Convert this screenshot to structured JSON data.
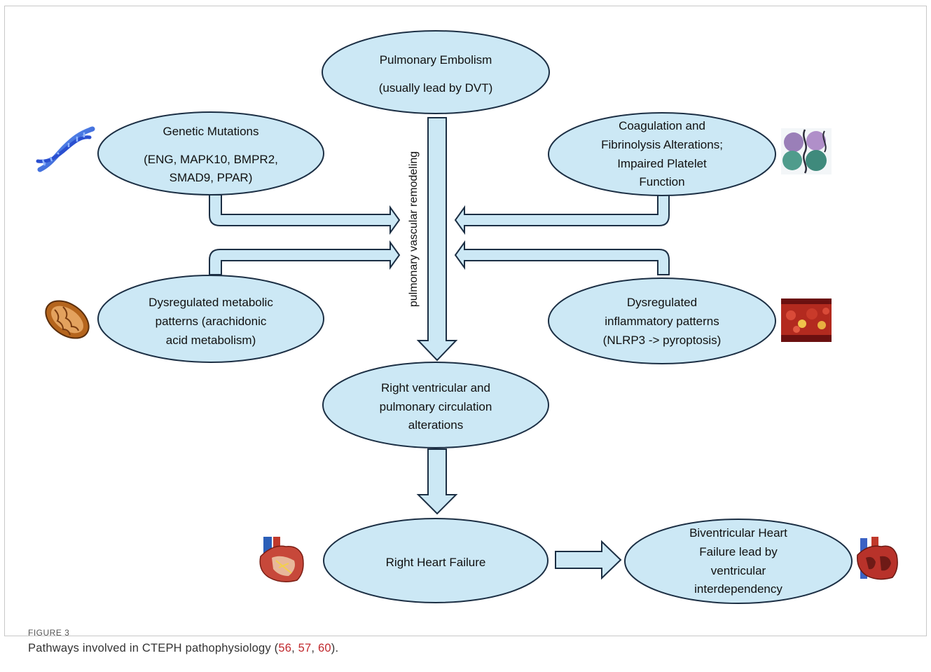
{
  "colors": {
    "fill": "#cce8f5",
    "stroke": "#1c2f44"
  },
  "nodes": {
    "pe": {
      "lines": [
        "Pulmonary Embolism",
        "(usually lead by DVT)"
      ]
    },
    "genetic": {
      "lines": [
        "Genetic Mutations",
        "(ENG, MAPK10, BMPR2,",
        "SMAD9, PPAR)"
      ]
    },
    "coag": {
      "lines": [
        "Coagulation and",
        "Fibrinolysis Alterations;",
        "Impaired Platelet",
        "Function"
      ]
    },
    "metabolic": {
      "lines": [
        "Dysregulated metabolic",
        "patterns (arachidonic",
        "acid metabolism)"
      ]
    },
    "inflam": {
      "lines": [
        "Dysregulated",
        "inflammatory patterns",
        "(NLRP3 -> pyroptosis)"
      ]
    },
    "rv": {
      "lines": [
        "Right ventricular and",
        "pulmonary circulation",
        "alterations"
      ]
    },
    "rhf": {
      "lines": [
        "Right Heart Failure"
      ]
    },
    "bhf": {
      "lines": [
        "Biventricular Heart",
        "Failure lead by",
        "ventricular",
        "interdependency"
      ]
    }
  },
  "vertical_label": "pulmonary vascular remodeling",
  "icons": [
    "dna-icon",
    "protein-structure-icon",
    "mitochondrion-icon",
    "blood-vessel-icon",
    "heart-icon",
    "heart-cross-section-icon"
  ],
  "caption": {
    "label": "FIGURE 3",
    "text_before": "Pathways involved in CTEPH pathophysiology (",
    "refs": [
      "56",
      "57",
      "60"
    ],
    "text_after": ")."
  }
}
